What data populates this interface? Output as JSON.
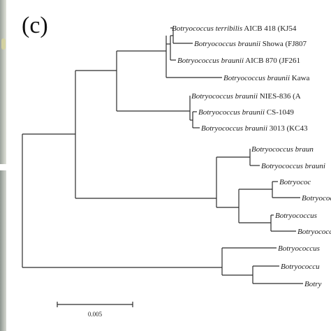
{
  "panel_label": "(c)",
  "taxa": [
    {
      "genus": "Botryococcus terribilis",
      "rest": " AICB 418 (KJ54"
    },
    {
      "genus": "Botryococcus braunii",
      "rest": " Showa (FJ807"
    },
    {
      "genus": "Botryococcus braunii",
      "rest": " AICB 870 (JF261"
    },
    {
      "genus": "Botryococcus braunii",
      "rest": " Kawa"
    },
    {
      "genus": "Botryococcus braunii",
      "rest": " NIES-836 (A"
    },
    {
      "genus": "Botryococcus braunii",
      "rest": " CS-1049"
    },
    {
      "genus": "Botryococcus braunii",
      "rest": " 3013 (KC43"
    },
    {
      "genus": "Botryococcus braun",
      "rest": ""
    },
    {
      "genus": "Botryococcus brauni",
      "rest": ""
    },
    {
      "genus": "Botryococ",
      "rest": ""
    },
    {
      "genus": "Botryococcus",
      "rest": ""
    },
    {
      "genus": "Botryococcus",
      "rest": ""
    },
    {
      "genus": "Botryococcus",
      "rest": ""
    },
    {
      "genus": "Botryococcus",
      "rest": ""
    },
    {
      "genus": "Botryococcu",
      "rest": ""
    },
    {
      "genus": "Botry",
      "rest": ""
    }
  ],
  "scale_bar": {
    "label": "0.005"
  }
}
